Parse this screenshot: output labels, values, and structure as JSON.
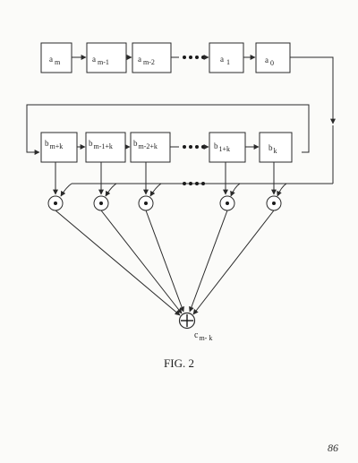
{
  "a_registers": [
    {
      "base": "a",
      "sub": "m"
    },
    {
      "base": "a",
      "sub": "m-1"
    },
    {
      "base": "a",
      "sub": "m-2"
    },
    {
      "base": "a",
      "sub": "1"
    },
    {
      "base": "a",
      "sub": "0"
    }
  ],
  "b_registers": [
    {
      "base": "b",
      "sub": "m+k"
    },
    {
      "base": "b",
      "sub": "m-1+k"
    },
    {
      "base": "b",
      "sub": "m-2+k"
    },
    {
      "base": "b",
      "sub": "1+k"
    },
    {
      "base": "b",
      "sub": "k"
    }
  ],
  "output": {
    "base": "c",
    "sub": "m- k"
  },
  "caption": "FIG. 2",
  "page_number": "86",
  "colors": {
    "ink": "#2a2a2a",
    "paper": "#fbfbf9"
  }
}
